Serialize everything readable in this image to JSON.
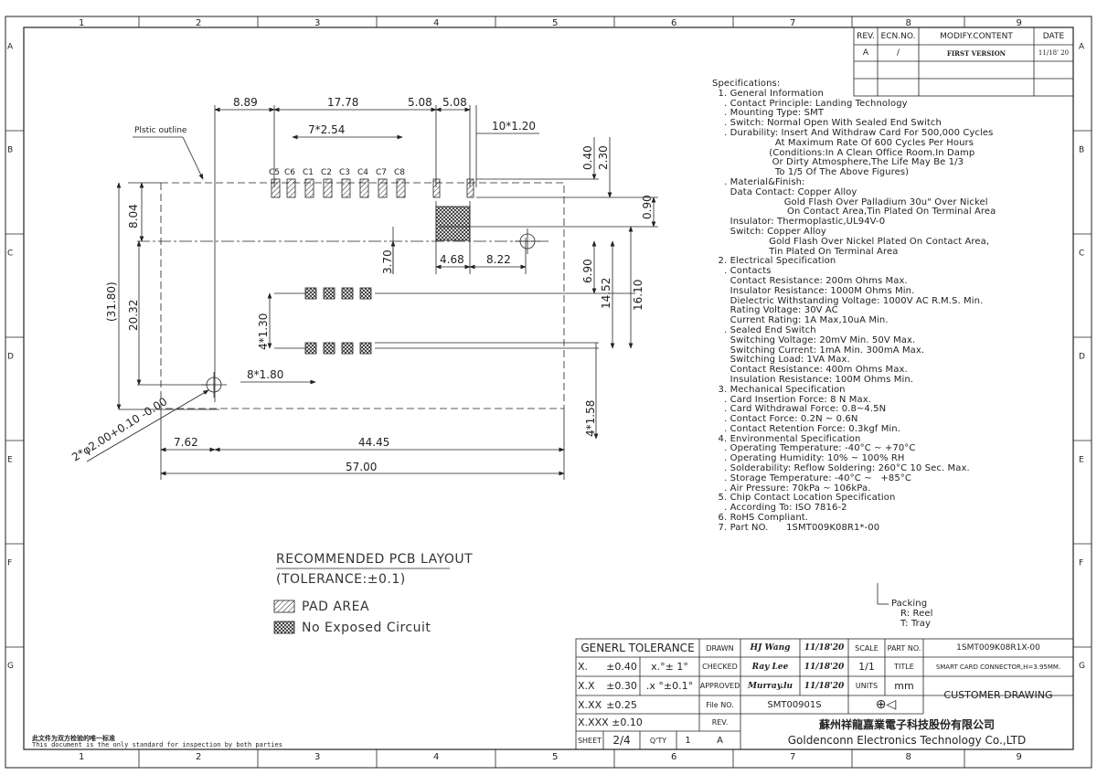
{
  "border": {
    "columns": [
      "1",
      "2",
      "3",
      "4",
      "5",
      "6",
      "7",
      "8",
      "9"
    ],
    "rows": [
      "A",
      "B",
      "C",
      "D",
      "E",
      "F",
      "G"
    ]
  },
  "revision_table": {
    "headers": [
      "REV.",
      "ECN.NO.",
      "MODIFY.CONTENT",
      "DATE"
    ],
    "row": {
      "rev": "A",
      "ecn": "/",
      "content": "FIRST VERSION",
      "date": "11/18' 20"
    }
  },
  "dimensions": {
    "top": [
      "8.89",
      "17.78",
      "5.08",
      "5.08",
      "7*2.54",
      "10*1.20"
    ],
    "contacts": [
      "C5",
      "C6",
      "C1",
      "C2",
      "C3",
      "C4",
      "C7",
      "C8"
    ],
    "right": [
      "0.40",
      "2.30",
      "0.90",
      "6.90",
      "14.52",
      "16.10",
      "4*1.58"
    ],
    "left": [
      "8.04",
      "(31.80)",
      "20.32",
      "4*1.30"
    ],
    "middle": [
      "3.70",
      "4.68",
      "8.22",
      "8*1.80"
    ],
    "bottom": [
      "7.62",
      "44.45",
      "57.00"
    ],
    "hole": "2*φ2.00+0.10 -0.00",
    "outline_label": "Plstic outline"
  },
  "legend": {
    "title": "RECOMMENDED PCB LAYOUT",
    "tolerance": "(TOLERANCE:±0.1)",
    "pad": "PAD AREA",
    "no_circuit": "No Exposed Circuit"
  },
  "specifications": [
    "Specifications:",
    "  1. General Information",
    "    . Contact Principle: Landing Technology",
    "    . Mounting Type: SMT",
    "    . Switch: Normal Open With Sealed End Switch",
    "    . Durability: Insert And Withdraw Card For 500,000 Cycles",
    "                     At Maximum Rate Of 600 Cycles Per Hours",
    "                   (Conditions:In A Clean Office Room.In Damp",
    "                    Or Dirty Atmosphere,The Life May Be 1/3",
    "                     To 1/5 Of The Above Figures)",
    "    . Material&Finish:",
    "      Data Contact: Copper Alloy",
    "                        Gold Flash Over Palladium 30u\" Over Nickel",
    "                         On Contact Area,Tin Plated On Terminal Area",
    "      Insulator: Thermoplastic,UL94V-0",
    "      Switch: Copper Alloy",
    "                   Gold Flash Over Nickel Plated On Contact Area,",
    "                   Tin Plated On Terminal Area",
    "  2. Electrical Specification",
    "    . Contacts",
    "      Contact Resistance: 200m Ohms Max.",
    "      Insulator Resistance: 1000M Ohms Min.",
    "      Dielectric Withstanding Voltage: 1000V AC R.M.S. Min.",
    "      Rating Voltage: 30V AC",
    "      Current Rating: 1A Max,10uA Min.",
    "    . Sealed End Switch",
    "      Switching Voltage: 20mV Min. 50V Max.",
    "      Switching Current: 1mA Min. 300mA Max.",
    "      Switching Load: 1VA Max.",
    "      Contact Resistance: 400m Ohms Max.",
    "      Insulation Resistance: 100M Ohms Min.",
    "  3. Mechanical Specification",
    "    . Card Insertion Force: 8 N Max.",
    "    . Card Withdrawal Force: 0.8~4.5N",
    "    . Contact Force: 0.2N ~ 0.6N",
    "    . Contact Retention Force: 0.3kgf Min.",
    "  4. Environmental Specification",
    "    . Operating Temperature: -40°C ~ +70°C",
    "    . Operating Humidity: 10% ~ 100% RH",
    "    . Solderability: Reflow Soldering: 260°C 10 Sec. Max.",
    "    . Storage Temperature: -40°C ~   +85°C",
    "    . Air Pressure: 70kPa ~ 106kPa.",
    "  5. Chip Contact Location Specification",
    "    . According To: ISO 7816-2",
    "  6. RoHS Compliant.",
    "  7. Part NO.      1SMT009K08R1*-00"
  ],
  "packing": [
    "Packing",
    "R: Reel",
    "T: Tray"
  ],
  "title_block": {
    "general_tolerance": "GENERL TOLERANCE",
    "tol_rows": [
      {
        "a": "X.",
        "b": "±0.40",
        "c": "x.°±   1°"
      },
      {
        "a": "X.X",
        "b": "±0.30",
        "c": ".x °±0.1°"
      },
      {
        "a": "X.XX",
        "b": "±0.25",
        "c": ""
      },
      {
        "a": "X.XXX",
        "b": "±0.10",
        "c": ""
      }
    ],
    "drawn_label": "DRAWN",
    "drawn_name": "HJ Wang",
    "drawn_date": "11/18'20",
    "checked_label": "CHECKED",
    "checked_name": "Ray Lee",
    "checked_date": "11/18'20",
    "approved_label": "APPROVED",
    "approved_name": "Murray.lu",
    "approved_date": "11/18'20",
    "scale_label": "SCALE",
    "scale_value": "1/1",
    "units_label": "UNITS",
    "units_value": "mm",
    "partno_label": "PART NO.",
    "partno_value": "1SMT009K08R1X-00",
    "title_label": "TITLE",
    "title_value": "SMART CARD CONNECTOR,H=3.95MM.",
    "fileno_label": "File NO.",
    "fileno_value": "SMT00901S",
    "customer": "CUSTOMER DRAWING",
    "rev_label": "REV.",
    "rev_value": "A",
    "sheet_label": "SHEET",
    "sheet_value": "2/4",
    "qty_label": "Q'TY",
    "qty_value": "1",
    "company_cn": "蘇州祥龍嘉業電子科技股份有限公司",
    "company_en": "Goldenconn  Electronics  Technology  Co.,LTD"
  },
  "footer_note": {
    "cn": "此文件为双方检验的唯一标准",
    "en": "This document is the only standard for inspection by both parties"
  }
}
